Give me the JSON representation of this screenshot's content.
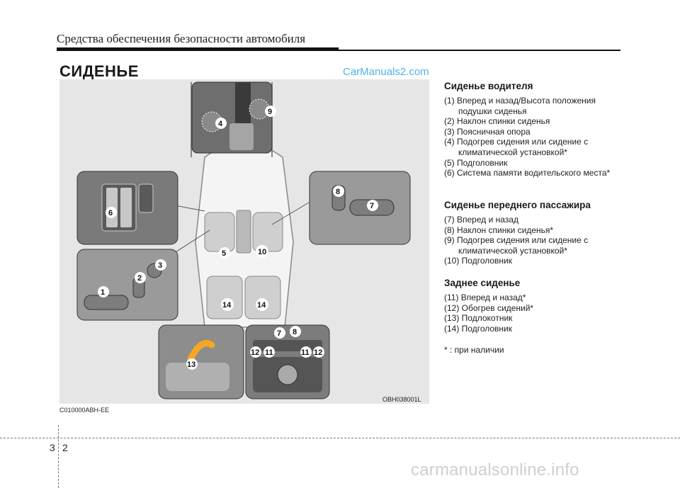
{
  "header": {
    "title": "Средства обеспечения безопасности автомобиля"
  },
  "section_title": "СИДЕНЬЕ",
  "watermark_top": "CarManuals2.com",
  "figure": {
    "code": "OBH038001L",
    "badges": {
      "b1": "1",
      "b2": "2",
      "b3": "3",
      "b4": "4",
      "b5": "5",
      "b6": "6",
      "b7": "7",
      "b8": "8",
      "b9": "9",
      "b10": "10",
      "b11": "11",
      "b12": "12",
      "b13": "13",
      "b14": "14"
    }
  },
  "doc_code": "C010000ABH-EE",
  "driver_seat": {
    "heading": "Сиденье водителя",
    "items": [
      "(1) Вперед и назад/Высота положения подушки сиденья",
      "(2) Наклон спинки сиденья",
      "(3) Поясничная опора",
      "(4) Подогрев сидения или сидение с климатической установкой*",
      "(5) Подголовник",
      "(6) Система памяти водительского места*"
    ]
  },
  "passenger_seat": {
    "heading": "Сиденье переднего пассажира",
    "items": [
      "(7) Вперед и назад",
      "(8) Наклон спинки сиденья*",
      "(9) Подогрев сидения или сидение с климатической установкой*",
      "(10) Подголовник"
    ]
  },
  "rear_seat": {
    "heading": "Заднее сиденье",
    "items": [
      "(11) Вперед и назад*",
      "(12) Обогрев сидений*",
      "(13) Подлокотник",
      "(14) Подголовник"
    ]
  },
  "footnote": "* : при наличии",
  "page": {
    "chapter": "3",
    "number": "2"
  },
  "watermark_bottom": "carmanualsonline.info"
}
